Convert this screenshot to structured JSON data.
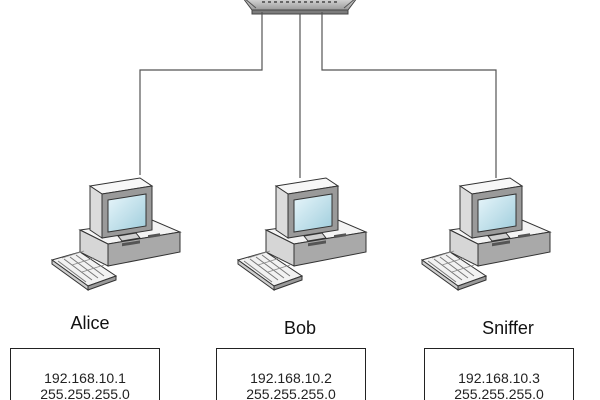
{
  "network": {
    "device_icon": "network-switch-icon",
    "host_icon": "desktop-computer-icon",
    "hosts": [
      {
        "name": "Alice",
        "ip": "192.168.10.1",
        "netmask": "255.255.255.0"
      },
      {
        "name": "Bob",
        "ip": "192.168.10.2",
        "netmask": "255.255.255.0"
      },
      {
        "name": "Sniffer",
        "ip": "192.168.10.3",
        "netmask": "255.255.255.0"
      }
    ]
  },
  "colors": {
    "line": "#555555",
    "box_border": "#222222",
    "case_light": "#e9e9e9",
    "case_dark": "#8c8c8c",
    "screen": "#bfe3ee"
  }
}
